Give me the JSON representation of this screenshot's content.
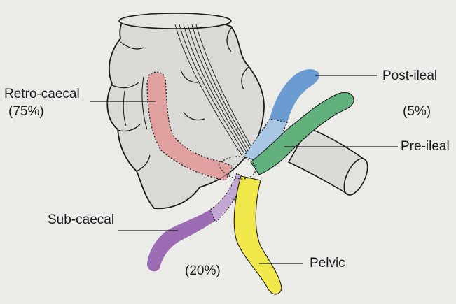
{
  "labels": {
    "retro_caecal": "Retro-caecal",
    "retro_caecal_pct": "(75%)",
    "post_ileal": "Post-ileal",
    "post_ileal_pct": "(5%)",
    "pre_ileal": "Pre-ileal",
    "sub_caecal": "Sub-caecal",
    "pelvic": "Pelvic",
    "pelvic_pct": "(20%)"
  },
  "colors": {
    "background": "#ebebe8",
    "caecum_fill": "#d9d9d5",
    "outline": "#1a1a1a",
    "retro_caecal": "#e08c8c",
    "post_ileal": "#6a9bd1",
    "pre_ileal": "#62b07c",
    "sub_caecal": "#9b6cb3",
    "pelvic": "#f0e84a"
  }
}
